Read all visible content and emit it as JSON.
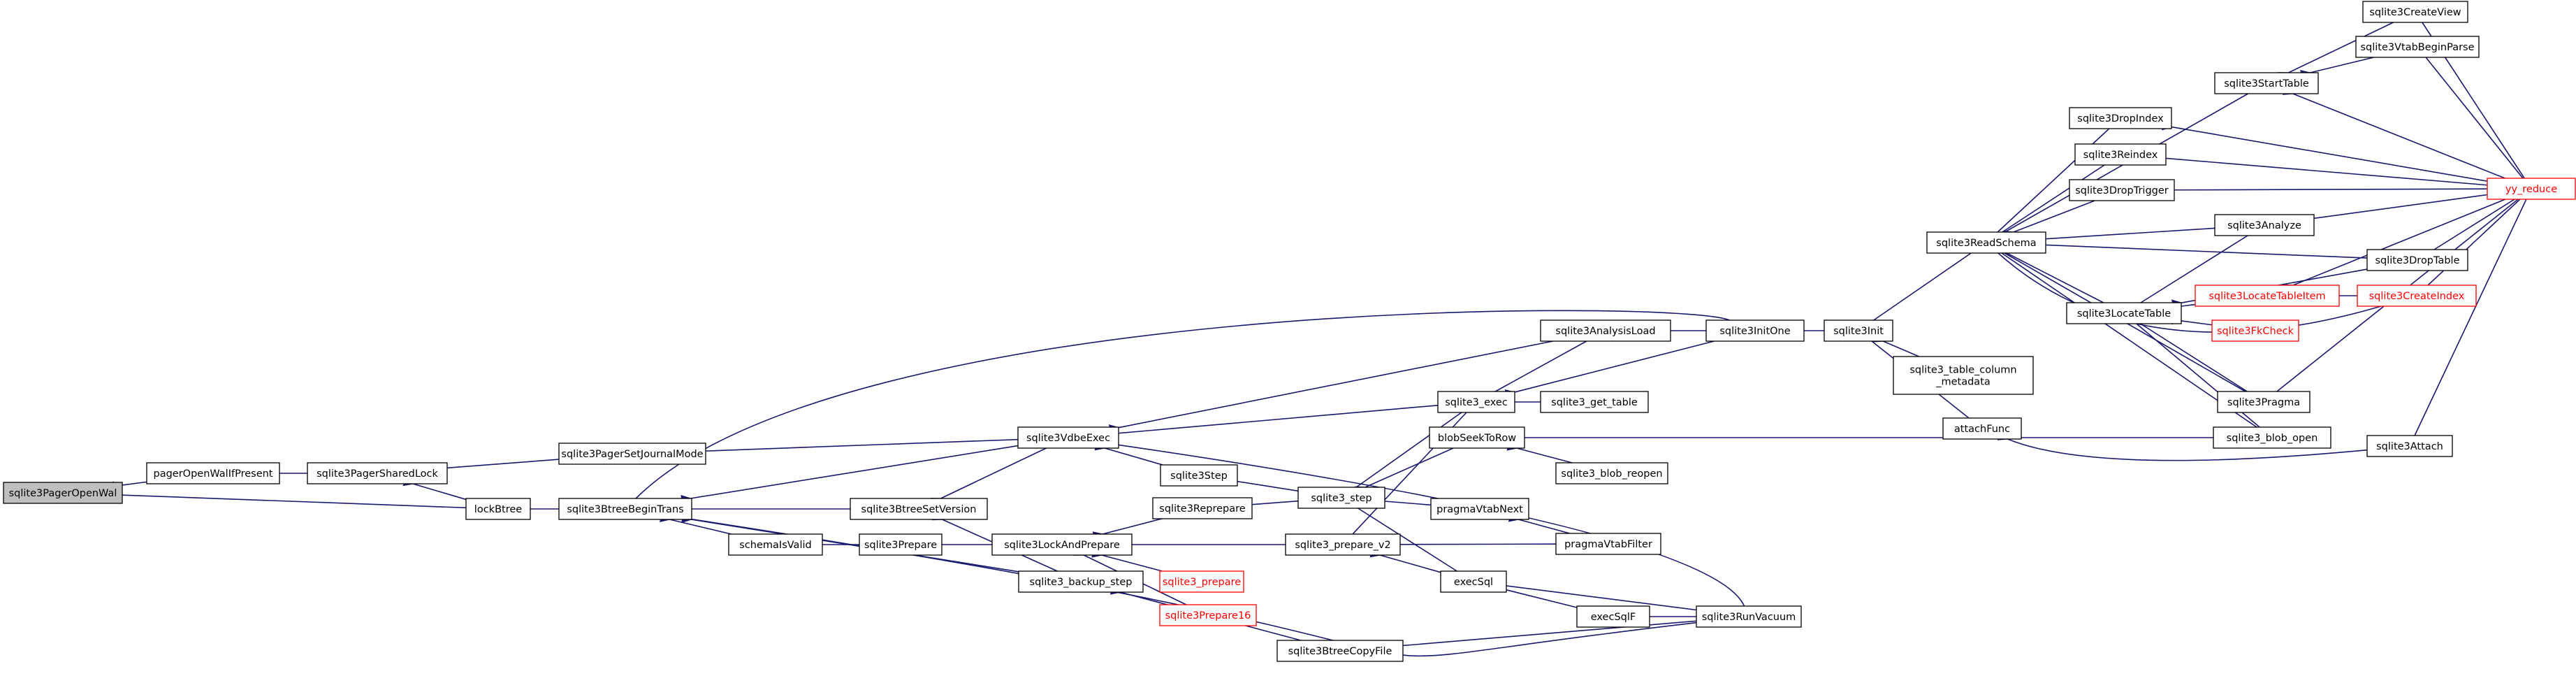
{
  "colors": {
    "edge": "#191970",
    "root_fill": "#bfbfbf",
    "node_border": "#000000",
    "missing_border": "#ff0000"
  },
  "nodes": [
    {
      "id": "openwal",
      "label": "sqlite3PagerOpenWal",
      "root": true
    },
    {
      "id": "walifpresent",
      "label": "pagerOpenWalIfPresent"
    },
    {
      "id": "sharedlock",
      "label": "sqlite3PagerSharedLock"
    },
    {
      "id": "journalmode",
      "label": "sqlite3PagerSetJournalMode"
    },
    {
      "id": "lockbtree",
      "label": "lockBtree"
    },
    {
      "id": "begintrans",
      "label": "sqlite3BtreeBeginTrans"
    },
    {
      "id": "vdbeexec",
      "label": "sqlite3VdbeExec"
    },
    {
      "id": "setversion",
      "label": "sqlite3BtreeSetVersion"
    },
    {
      "id": "schemavalid",
      "label": "schemaIsValid"
    },
    {
      "id": "prepare",
      "label": "sqlite3Prepare"
    },
    {
      "id": "backupstep",
      "label": "sqlite3_backup_step"
    },
    {
      "id": "step",
      "label": "sqlite3Step"
    },
    {
      "id": "lockandprepare",
      "label": "sqlite3LockAndPrepare"
    },
    {
      "id": "reprepare",
      "label": "sqlite3Reprepare"
    },
    {
      "id": "prepare_api",
      "label": "sqlite3_prepare",
      "red": true
    },
    {
      "id": "prepare16",
      "label": "sqlite3Prepare16",
      "red": true
    },
    {
      "id": "copyfile",
      "label": "sqlite3BtreeCopyFile"
    },
    {
      "id": "exec",
      "label": "sqlite3_exec"
    },
    {
      "id": "get_table",
      "label": "sqlite3_get_table"
    },
    {
      "id": "step_api",
      "label": "sqlite3_step"
    },
    {
      "id": "blobseek",
      "label": "blobSeekToRow"
    },
    {
      "id": "blobreopen",
      "label": "sqlite3_blob_reopen"
    },
    {
      "id": "vtabnext",
      "label": "pragmaVtabNext"
    },
    {
      "id": "vtabfilter",
      "label": "pragmaVtabFilter"
    },
    {
      "id": "prepare_v2",
      "label": "sqlite3_prepare_v2"
    },
    {
      "id": "execsql",
      "label": "execSql"
    },
    {
      "id": "execsqlf",
      "label": "execSqlF"
    },
    {
      "id": "runvacuum",
      "label": "sqlite3RunVacuum"
    },
    {
      "id": "analysisload",
      "label": "sqlite3AnalysisLoad"
    },
    {
      "id": "initone",
      "label": "sqlite3InitOne"
    },
    {
      "id": "init",
      "label": "sqlite3Init"
    },
    {
      "id": "colmeta",
      "label": "sqlite3_table_column\n_metadata"
    },
    {
      "id": "attachfunc",
      "label": "attachFunc"
    },
    {
      "id": "readschema",
      "label": "sqlite3ReadSchema"
    },
    {
      "id": "starttable",
      "label": "sqlite3StartTable"
    },
    {
      "id": "createview",
      "label": "sqlite3CreateView"
    },
    {
      "id": "vtabbeginparse",
      "label": "sqlite3VtabBeginParse"
    },
    {
      "id": "dropindex",
      "label": "sqlite3DropIndex"
    },
    {
      "id": "reindex",
      "label": "sqlite3Reindex"
    },
    {
      "id": "droptrigger",
      "label": "sqlite3DropTrigger"
    },
    {
      "id": "analyze",
      "label": "sqlite3Analyze"
    },
    {
      "id": "droptable",
      "label": "sqlite3DropTable"
    },
    {
      "id": "locatetable",
      "label": "sqlite3LocateTable"
    },
    {
      "id": "locatetableitem",
      "label": "sqlite3LocateTableItem",
      "red": true
    },
    {
      "id": "createindex",
      "label": "sqlite3CreateIndex",
      "red": true
    },
    {
      "id": "fkcheck",
      "label": "sqlite3FkCheck",
      "red": true
    },
    {
      "id": "pragma",
      "label": "sqlite3Pragma"
    },
    {
      "id": "blobopen",
      "label": "sqlite3_blob_open"
    },
    {
      "id": "attach",
      "label": "sqlite3Attach"
    },
    {
      "id": "yyreduce",
      "label": "yy_reduce",
      "red": true
    }
  ]
}
